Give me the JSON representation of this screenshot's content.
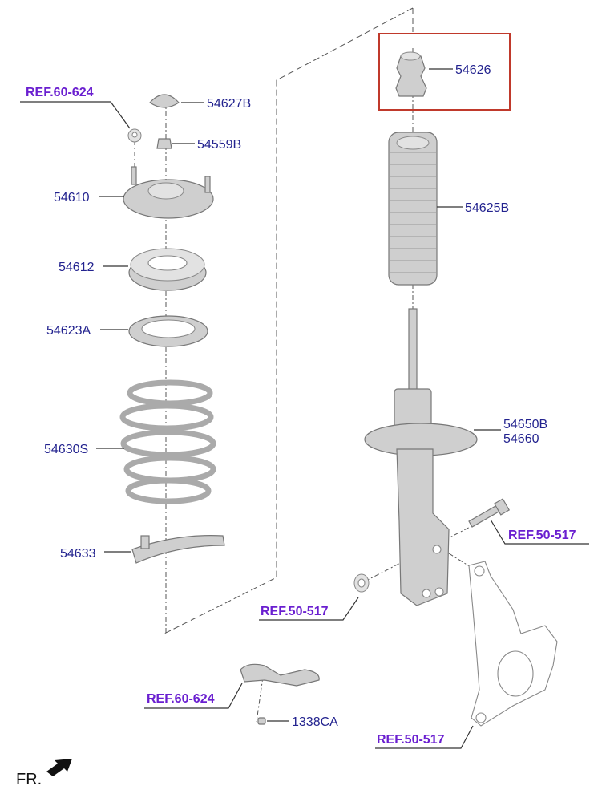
{
  "diagram": {
    "parts": {
      "p54627B": "54627B",
      "p54559B": "54559B",
      "p54610": "54610",
      "p54612": "54612",
      "p54623A": "54623A",
      "p54630S": "54630S",
      "p54633": "54633",
      "p54626": "54626",
      "p54625B": "54625B",
      "p54650B": "54650B",
      "p54660": "54660",
      "p1338CA": "1338CA"
    },
    "refs": {
      "ref_top_left": "REF.60-624",
      "ref_bolt": "REF.50-517",
      "ref_nut": "REF.50-517",
      "ref_bracket": "REF.60-624",
      "ref_knuckle": "REF.50-517"
    },
    "orientation": "FR.",
    "highlighted_part": "54626",
    "colors": {
      "part_label": "#23238f",
      "ref_label": "#6a1fd0",
      "highlight_box": "#c0392b"
    }
  }
}
